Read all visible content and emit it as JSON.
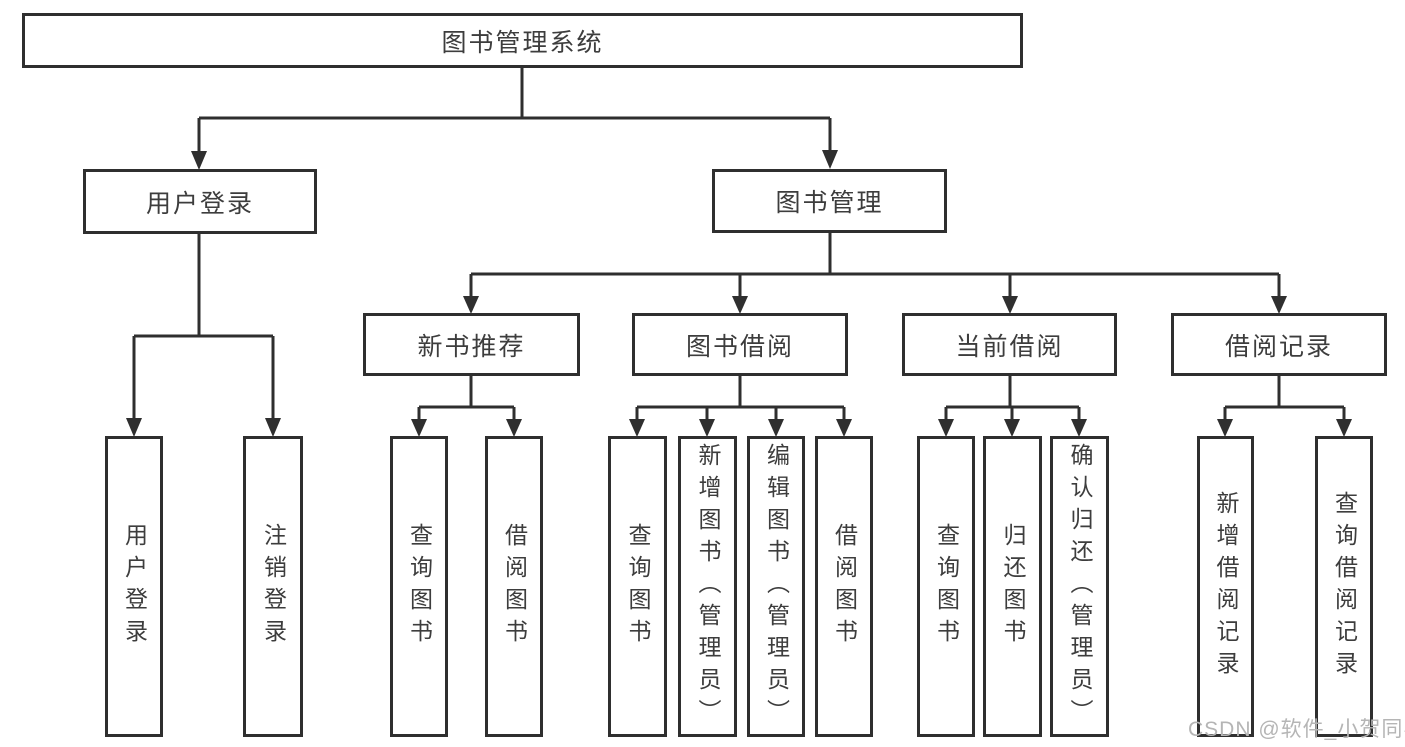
{
  "diagram_title": "图书管理系统",
  "colors": {
    "line": "#2f2f2f",
    "text": "#3d3d3d",
    "background": "#ffffff",
    "watermark": "#b5b5b5"
  },
  "tree": {
    "root": "图书管理系统",
    "children": [
      {
        "label": "用户登录",
        "children": [
          "用户登录",
          "注销登录"
        ]
      },
      {
        "label": "图书管理",
        "children": [
          {
            "label": "新书推荐",
            "children": [
              "查询图书",
              "借阅图书"
            ]
          },
          {
            "label": "图书借阅",
            "children": [
              "查询图书",
              "新增图书（管理员）",
              "编辑图书（管理员）",
              "借阅图书"
            ]
          },
          {
            "label": "当前借阅",
            "children": [
              "查询图书",
              "归还图书",
              "确认归还（管理员）"
            ]
          },
          {
            "label": "借阅记录",
            "children": [
              "新增借阅记录",
              "查询借阅记录"
            ]
          }
        ]
      }
    ]
  },
  "watermark": {
    "text": "CSDN @软件_小贺同学"
  }
}
